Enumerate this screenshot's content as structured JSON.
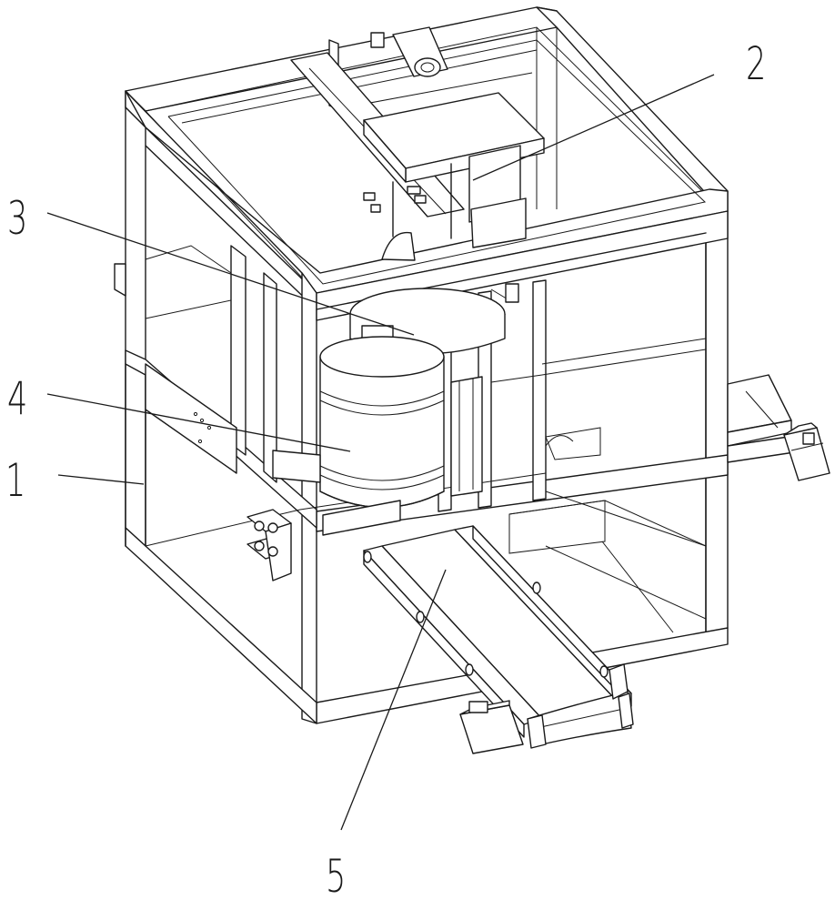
{
  "figure": {
    "callouts": [
      {
        "id": "1",
        "text": "1",
        "name": "callout-1-frame"
      },
      {
        "id": "2",
        "text": "2",
        "name": "callout-2-top-press"
      },
      {
        "id": "3",
        "text": "3",
        "name": "callout-3-lid"
      },
      {
        "id": "4",
        "text": "4",
        "name": "callout-4-barrel"
      },
      {
        "id": "5",
        "text": "5",
        "name": "callout-5-conveyor"
      }
    ]
  }
}
